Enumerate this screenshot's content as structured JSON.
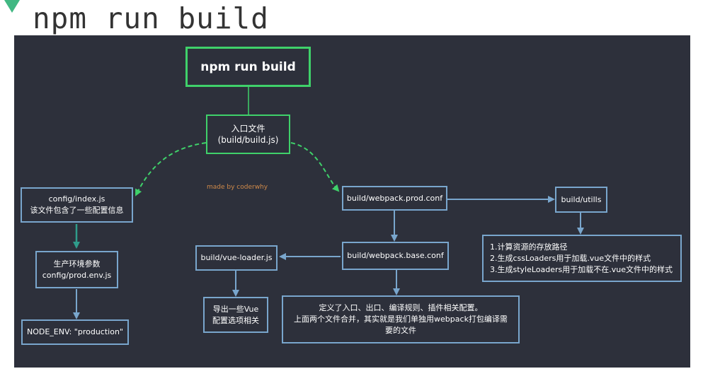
{
  "page": {
    "title": "npm run build"
  },
  "diagram": {
    "root": {
      "label": "npm run build"
    },
    "entry": {
      "line1": "入口文件",
      "line2": "(build/build.js)"
    },
    "credit": "made by coderwhy",
    "config_index": {
      "line1": "config/index.js",
      "line2": "该文件包含了一些配置信息"
    },
    "prod_env": {
      "line1": "生产环境参数",
      "line2": "config/prod.env.js"
    },
    "node_env": {
      "label": "NODE_ENV: \"production\""
    },
    "webpack_prod": {
      "label": "build/webpack.prod.conf"
    },
    "utils": {
      "label": "build/utills"
    },
    "utils_desc": {
      "line1": "1.计算资源的存放路径",
      "line2": "2.生成cssLoaders用于加载.vue文件中的样式",
      "line3": "3.生成styleLoaders用于加载不在.vue文件中的样式"
    },
    "webpack_base": {
      "label": "build/webpack.base.conf"
    },
    "vue_loader": {
      "label": "build/vue-loader.js"
    },
    "vue_loader_desc": {
      "line1": "导出一些Vue",
      "line2": "配置选项相关"
    },
    "base_desc": {
      "line1": "定义了入口、出口、编译规则、插件相关配置。",
      "line2": "上面两个文件合并，其实就是我们单独用webpack打包编译需",
      "line3": "要的文件"
    }
  },
  "colors": {
    "page_background": "#ffffff",
    "canvas_background": "#2d303b",
    "green_accent": "#3fd16a",
    "blue_border": "#79a6cd",
    "credit_text": "#d08a4a",
    "title_text": "#333333",
    "corner_mark": "#41b883"
  }
}
